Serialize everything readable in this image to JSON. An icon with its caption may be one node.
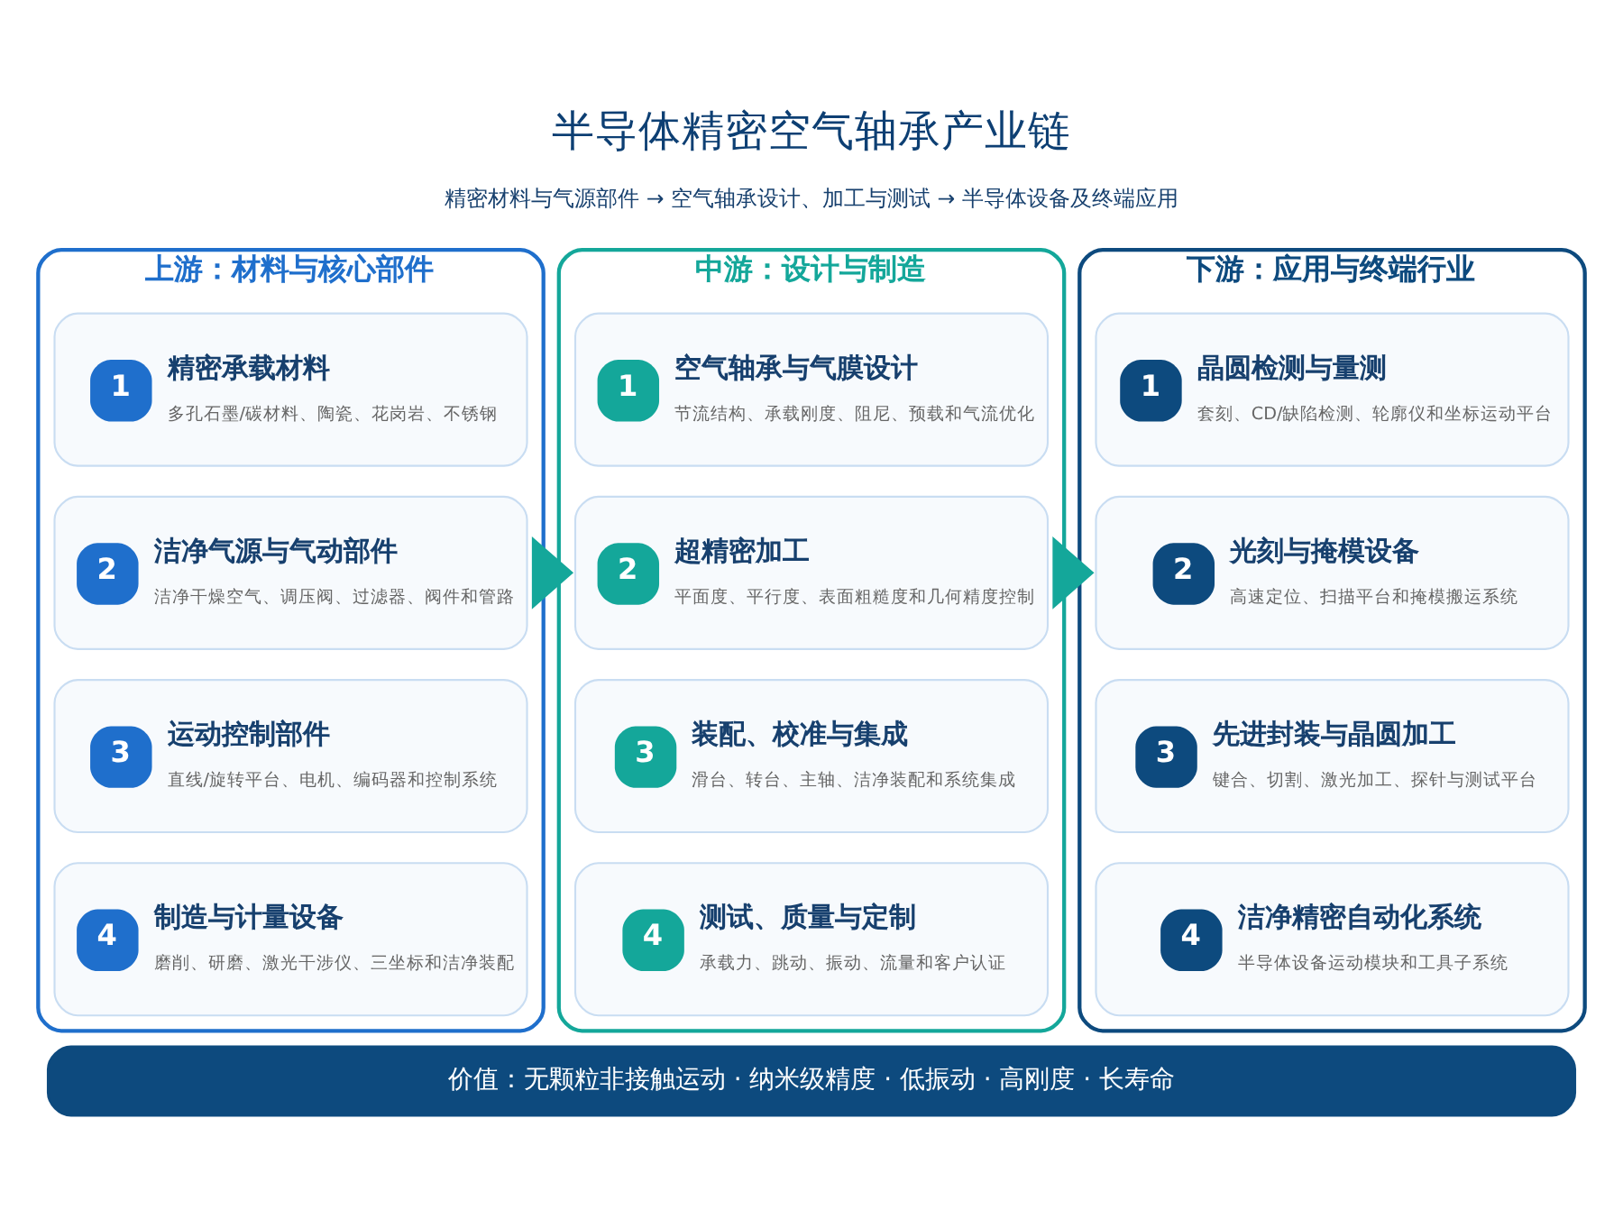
{
  "diagram": {
    "title": "半导体精密空气轴承产业链",
    "nodes": [
      {
        "text": [
          "上游：材料与核心部件"
        ]
      },
      {
        "text": [
          "1",
          "精密承载材料",
          "多孔石墨/碳材料、陶瓷、花岗岩、不锈钢"
        ],
        "in": 0
      },
      {
        "text": [
          "2",
          "洁净气源与气动部件",
          "洁净干燥空气、调压阀、过滤器、阀件和管路"
        ],
        "in": 0
      },
      {
        "text": [
          "3",
          "运动控制部件",
          "直线/旋转平台、电机、编码器和控制系统"
        ],
        "in": 0
      },
      {
        "text": [
          "4",
          "制造与计量设备",
          "磨削、研磨、激光干涉仪、三坐标和洁净装配"
        ],
        "in": 0
      },
      {
        "text": [
          "中游：设计与制造"
        ]
      },
      {
        "text": [
          "1",
          "空气轴承与气膜设计",
          "节流结构、承载刚度、阻尼、预载和气流优化"
        ],
        "in": 5
      },
      {
        "text": [
          "2",
          "超精密加工",
          "平面度、平行度、表面粗糙度和几何精度控制"
        ],
        "in": 5
      },
      {
        "text": [
          "3",
          "装配、校准与集成",
          "滑台、转台、主轴、洁净装配和系统集成"
        ],
        "in": 5
      },
      {
        "text": [
          "4",
          "测试、质量与定制",
          "承载力、跳动、振动、流量和客户认证"
        ],
        "in": 5
      },
      {
        "text": [
          "下游：应用与终端行业"
        ]
      },
      {
        "text": [
          "1",
          "晶圆检测与量测",
          "套刻、CD/缺陷检测、轮廓仪和坐标运动平台"
        ],
        "in": 10
      },
      {
        "text": [
          "2",
          "光刻与掩模设备",
          "高速定位、扫描平台和掩模搬运系统"
        ],
        "in": 10
      },
      {
        "text": [
          "3",
          "先进封装与晶圆加工",
          "键合、切割、激光加工、探针与测试平台"
        ],
        "in": 10
      },
      {
        "text": [
          "4",
          "洁净精密自动化系统",
          "半导体设备运动模块和工具子系统"
        ],
        "in": 10
      },
      {
        "text": [
          "价值：无颗粒非接触运动 · 纳米级精度 · 低振动 · 高刚度 · 长寿命"
        ]
      }
    ],
    "edges": [
      {
        "from": 0,
        "to": 5,
        "arrow": "to",
        "style": "thick"
      },
      {
        "from": 5,
        "to": 10,
        "arrow": "to",
        "style": "thick"
      }
    ],
    "labels": [
      "精密材料与气源部件 → 空气轴承设计、加工与测试 → 半导体设备及终端应用"
    ]
  }
}
